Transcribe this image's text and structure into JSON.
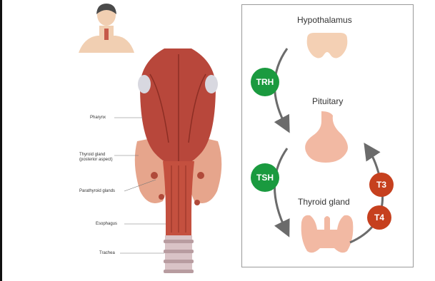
{
  "anatomy": {
    "labels": {
      "pharynx": "Pharynx",
      "thyroid_gland": "Thyroid gland",
      "thyroid_gland_sub": "(posterior aspect)",
      "parathyroid": "Parathyroid glands",
      "esophagus": "Esophagus",
      "trachea": "Trachea"
    },
    "colors": {
      "muscle": "#b8473b",
      "gland": "#e6a58c",
      "cartilage": "#d9c3c6"
    }
  },
  "feedback_loop": {
    "nodes": {
      "hypothalamus": "Hypothalamus",
      "pituitary": "Pituitary",
      "thyroid": "Thyroid gland"
    },
    "hormones": {
      "trh": "TRH",
      "tsh": "TSH",
      "t3": "T3",
      "t4": "T4"
    },
    "colors": {
      "stimulating": "#1a9a3f",
      "feedback": "#c6401e",
      "organ": "#f2b9a3",
      "arrow": "#6b6b6b"
    }
  }
}
